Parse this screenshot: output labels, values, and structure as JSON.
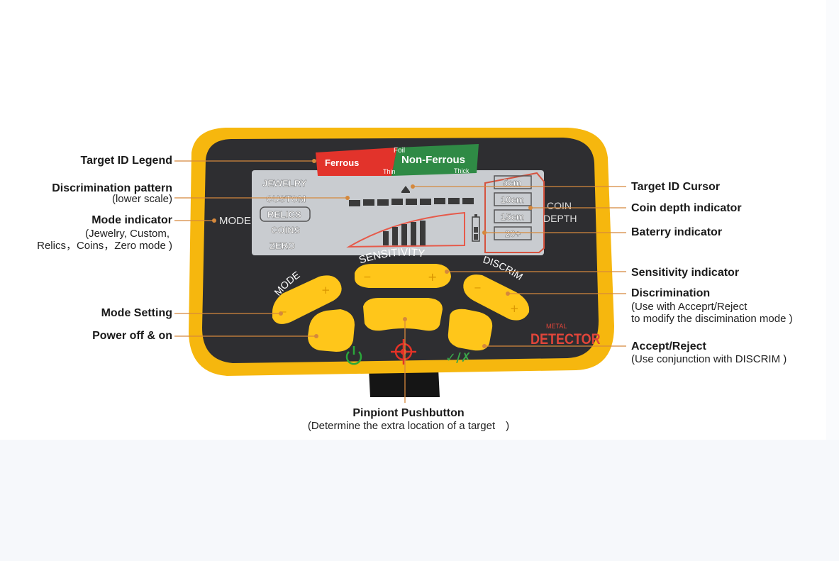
{
  "colors": {
    "body_yellow": "#f6b70e",
    "faceplate": "#2e2e31",
    "lcd": "#c9ccd0",
    "ferrous_red": "#e2332b",
    "nonferrous_green": "#2f8a45",
    "button_yellow": "#ffc61a",
    "leader_line": "#d5883c",
    "power_icon": "#2aa63a",
    "pinpoint_icon": "#e53227"
  },
  "legend": {
    "ferrous": "Ferrous",
    "foil": "Foil",
    "non_ferrous": "Non-Ferrous",
    "thin": "Thin",
    "thick": "Thick"
  },
  "lcd": {
    "modes": [
      "JEWELRY",
      "CUSTOM",
      "RELICS",
      "COINS",
      "ZERO"
    ],
    "depths": [
      "5cm",
      "10cm",
      "15cm",
      "20+"
    ]
  },
  "panel": {
    "mode_text": "MODE",
    "coin": "COIN",
    "depth": "DEPTH",
    "sensitivity": "SENSITIVITY",
    "mode_arc": "MODE",
    "discrim_arc": "DISCRIM",
    "brand_small": "METAL",
    "brand_large": "DETECTOR",
    "accept_reject_icon": "✓/✗"
  },
  "icons": {
    "power": "power-icon",
    "pinpoint": "crosshair-icon",
    "minus": "minus-icon",
    "plus": "plus-icon"
  },
  "callouts": {
    "target_id_legend": "Target ID Legend",
    "discrimination_pattern": "Discrimination pattern",
    "discrimination_pattern_sub": "(lower scale)",
    "mode_indicator": "Mode indicator",
    "mode_indicator_sub1": "(Jewelry, Custom,",
    "mode_indicator_sub2": "Relics，Coins，Zero mode )",
    "mode_setting": "Mode Setting",
    "power": "Power off & on",
    "target_id_cursor": "Target ID Cursor",
    "coin_depth": "Coin depth indicator",
    "battery": "Baterry indicator",
    "sensitivity": "Sensitivity indicator",
    "discrimination": "Discrimination",
    "discrimination_sub1": "(Use with Acceprt/Reject",
    "discrimination_sub2": "to modify the discimination mode )",
    "accept_reject": "Accept/Reject",
    "accept_reject_sub": "(Use conjunction with DISCRIM )",
    "pinpoint": "Pinpiont Pushbutton",
    "pinpoint_sub": "(Determine the extra location of a target　)"
  }
}
